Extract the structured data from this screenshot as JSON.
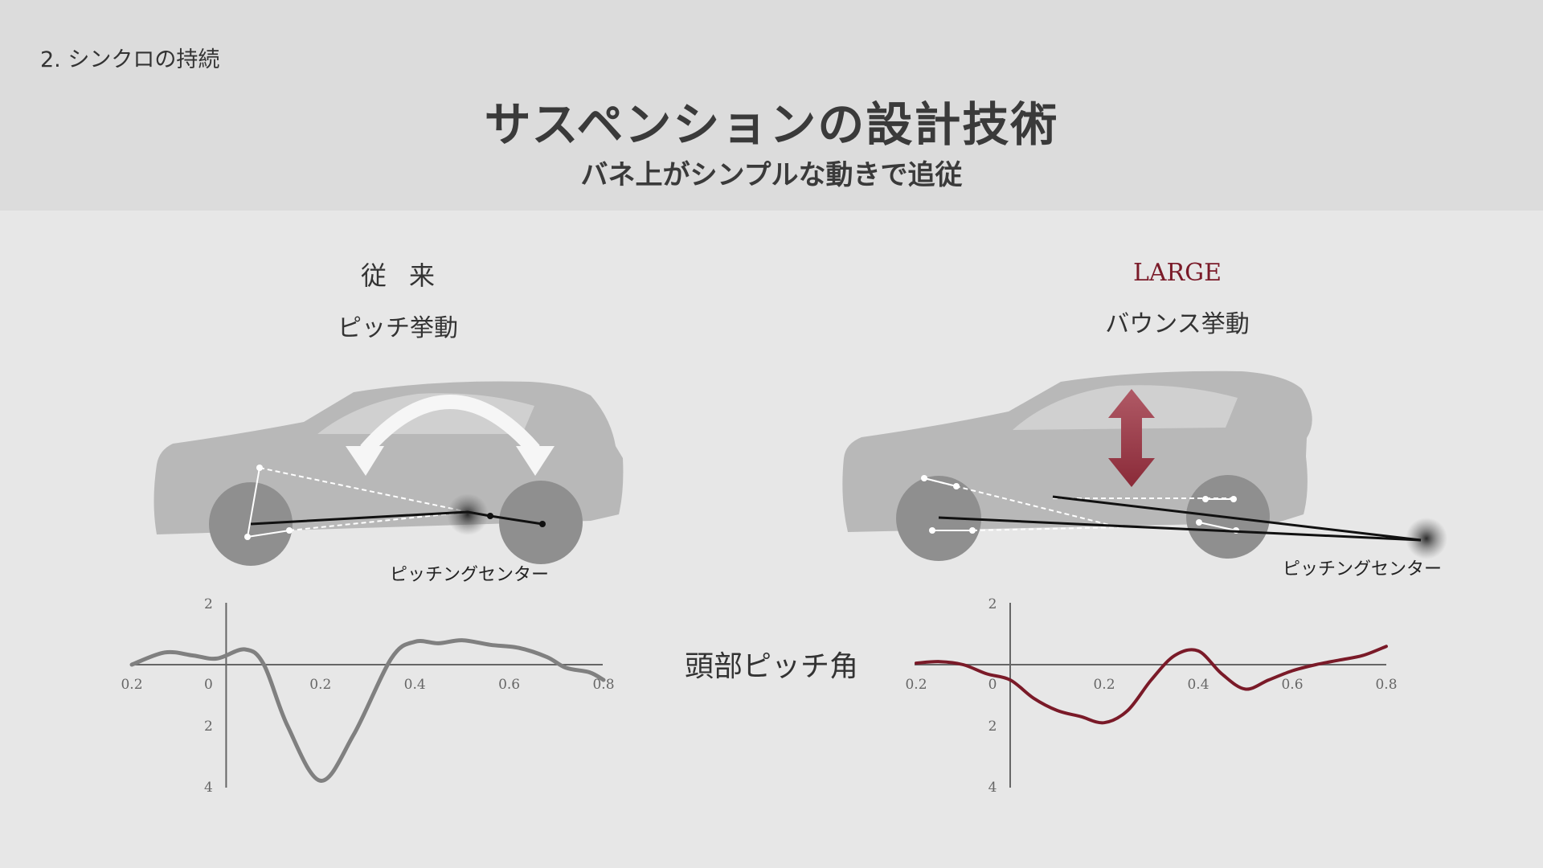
{
  "header": {
    "section": "2. シンクロの持続",
    "title": "サスペンションの設計技術",
    "subtitle": "バネ上がシンプルな動きで追従"
  },
  "left_panel": {
    "heading": "従来",
    "motion": "ピッチ挙動",
    "center_label": "ピッチングセンター"
  },
  "right_panel": {
    "heading": "LARGE",
    "motion": "バウンス挙動",
    "center_label": "ピッチングセンター"
  },
  "middle_label": "頭部ピッチ角",
  "colors": {
    "header_bg": "#dcdcdc",
    "page_bg": "#e7e7e7",
    "accent": "#7a1a28",
    "baseline_curve": "#808080"
  },
  "chart_data": [
    {
      "type": "line",
      "x_ticks": [
        "0.2",
        "0",
        "0.2",
        "0.4",
        "0.6",
        "0.8"
      ],
      "y_ticks": [
        "2",
        "2",
        "4"
      ],
      "series": [
        {
          "x": [
            -0.2,
            -0.13,
            -0.07,
            -0.02,
            0.04,
            0.08,
            0.13,
            0.2,
            0.27,
            0.35,
            0.4,
            0.45,
            0.5,
            0.56,
            0.62,
            0.68,
            0.72,
            0.77,
            0.8
          ],
          "y": [
            0.0,
            0.4,
            0.3,
            0.2,
            0.5,
            0.0,
            -2.0,
            -3.8,
            -2.3,
            0.2,
            0.75,
            0.7,
            0.8,
            0.65,
            0.55,
            0.25,
            -0.1,
            -0.25,
            -0.5
          ]
        }
      ]
    },
    {
      "type": "line",
      "x_ticks": [
        "0.2",
        "0",
        "0.2",
        "0.4",
        "0.6",
        "0.8"
      ],
      "y_ticks": [
        "2",
        "2",
        "4"
      ],
      "series": [
        {
          "x": [
            -0.2,
            -0.15,
            -0.1,
            -0.05,
            0.0,
            0.05,
            0.1,
            0.15,
            0.2,
            0.25,
            0.3,
            0.35,
            0.4,
            0.45,
            0.5,
            0.55,
            0.6,
            0.65,
            0.7,
            0.75,
            0.8
          ],
          "y": [
            0.05,
            0.1,
            0.0,
            -0.3,
            -0.5,
            -1.1,
            -1.5,
            -1.7,
            -1.9,
            -1.5,
            -0.5,
            0.3,
            0.45,
            -0.3,
            -0.8,
            -0.5,
            -0.2,
            0.0,
            0.15,
            0.3,
            0.6
          ]
        }
      ]
    }
  ]
}
